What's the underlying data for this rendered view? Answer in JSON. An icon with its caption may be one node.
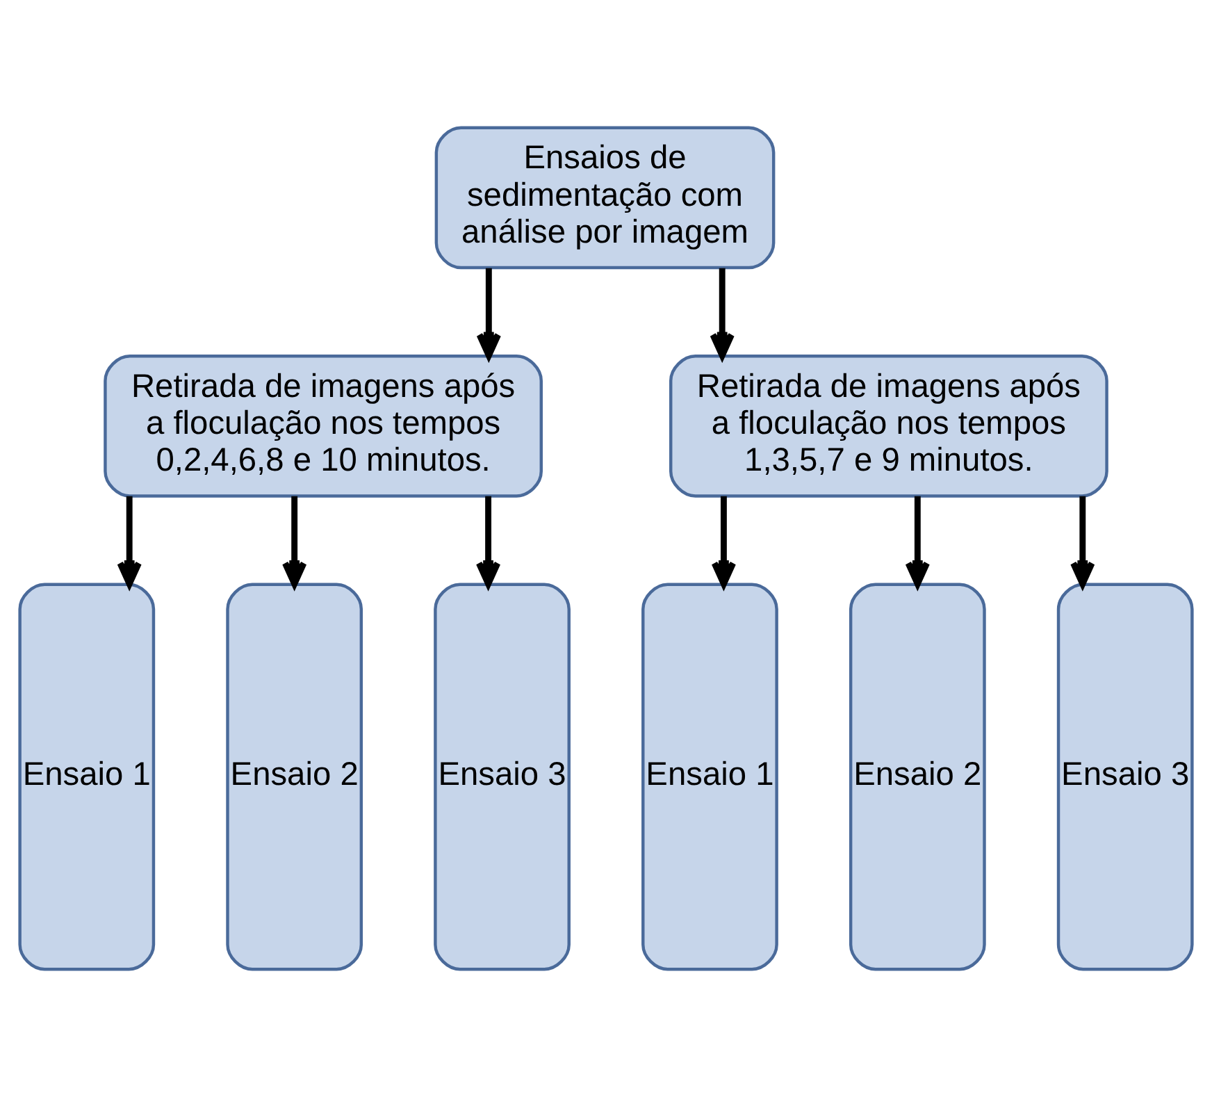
{
  "diagram": {
    "nodes": [
      {
        "text": [
          "Ensaios de sedimentação com análise por imagem"
        ]
      },
      {
        "text": [
          "Retirada de imagens após a floculação nos tempos 0,2,4,6,8 e 10 minutos."
        ]
      },
      {
        "text": [
          "Retirada de imagens após a floculação nos tempos 1,3,5,7 e 9 minutos."
        ]
      },
      {
        "text": [
          "Ensaio 1"
        ]
      },
      {
        "text": [
          "Ensaio 2"
        ]
      },
      {
        "text": [
          "Ensaio 3"
        ]
      },
      {
        "text": [
          "Ensaio 1"
        ]
      },
      {
        "text": [
          "Ensaio 2"
        ]
      },
      {
        "text": [
          "Ensaio 3"
        ]
      }
    ],
    "edges": [
      {
        "from": 0,
        "to": 1,
        "arrow": "to"
      },
      {
        "from": 0,
        "to": 2,
        "arrow": "to"
      },
      {
        "from": 1,
        "to": 3,
        "arrow": "to"
      },
      {
        "from": 1,
        "to": 4,
        "arrow": "to"
      },
      {
        "from": 1,
        "to": 5,
        "arrow": "to"
      },
      {
        "from": 2,
        "to": 6,
        "arrow": "to"
      },
      {
        "from": 2,
        "to": 7,
        "arrow": "to"
      },
      {
        "from": 2,
        "to": 8,
        "arrow": "to"
      }
    ]
  }
}
